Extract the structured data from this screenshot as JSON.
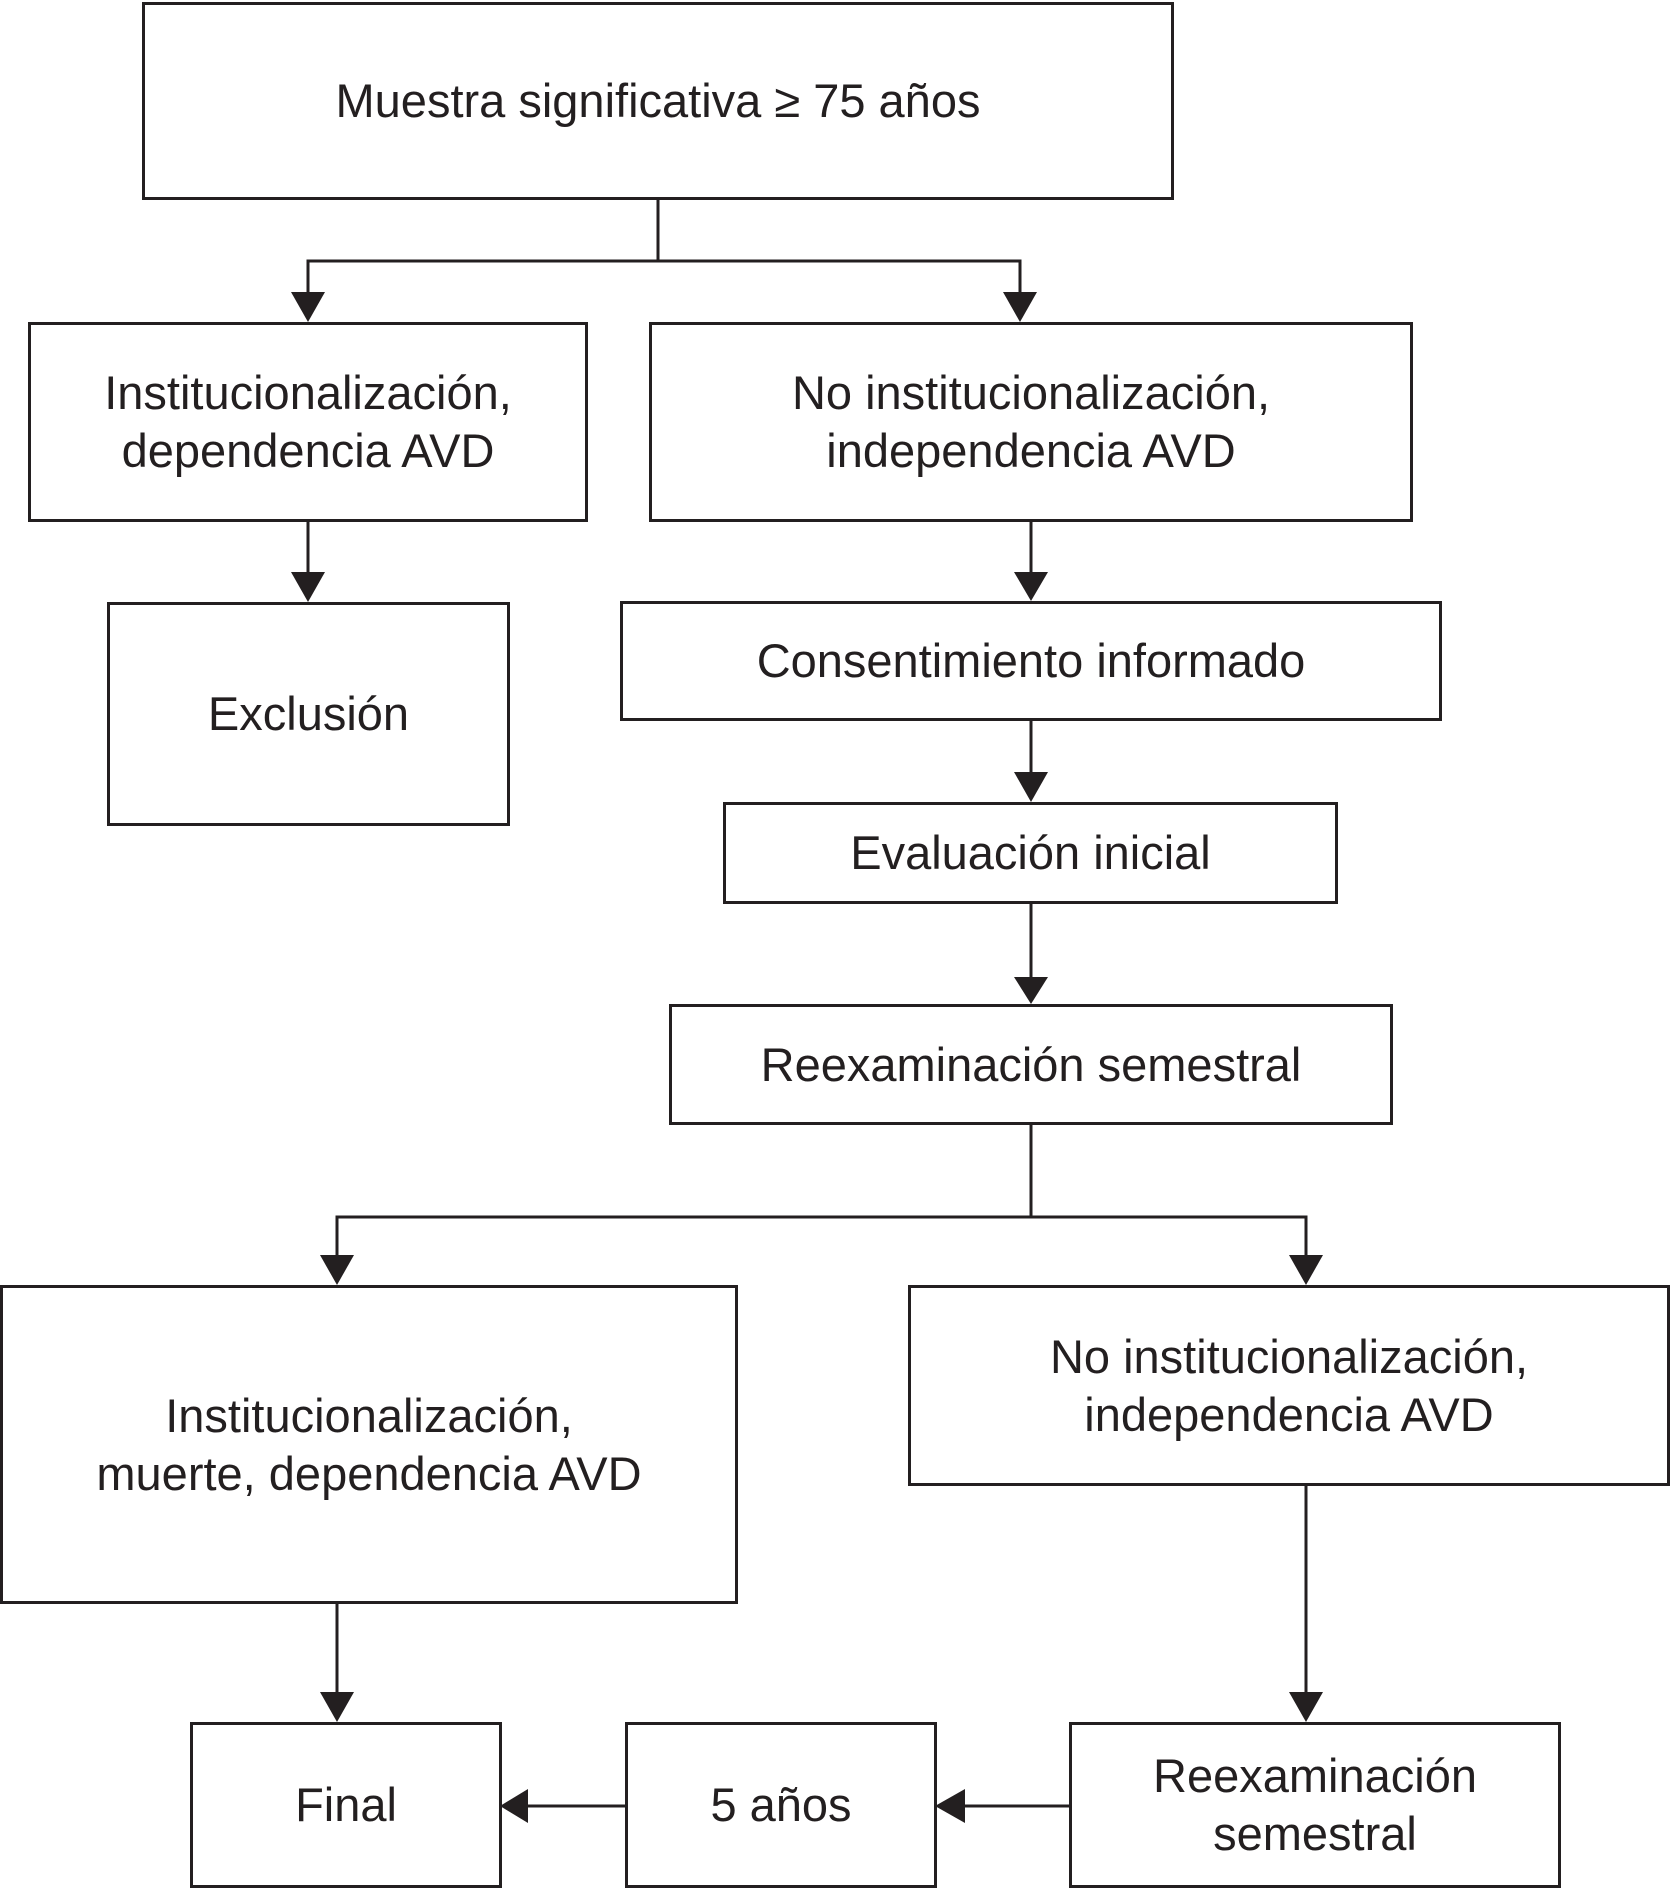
{
  "diagram": {
    "nodes": {
      "sample": {
        "lines": [
          "Muestra significativa ≥ 75 años"
        ]
      },
      "excluded_criteria": {
        "lines": [
          "Institucionalización,",
          "dependencia AVD"
        ]
      },
      "included_criteria": {
        "lines": [
          "No institucionalización,",
          "independencia AVD"
        ]
      },
      "exclusion": {
        "lines": [
          "Exclusión"
        ]
      },
      "consent": {
        "lines": [
          "Consentimiento informado"
        ]
      },
      "initial_evaluation": {
        "lines": [
          "Evaluación inicial"
        ]
      },
      "semester_review": {
        "lines": [
          "Reexaminación semestral"
        ]
      },
      "outcome_event": {
        "lines": [
          "Institucionalización,",
          "muerte, dependencia AVD"
        ]
      },
      "outcome_no_event": {
        "lines": [
          "No institucionalización,",
          "independencia AVD"
        ]
      },
      "final": {
        "lines": [
          "Final"
        ]
      },
      "five_years": {
        "lines": [
          "5 años"
        ]
      },
      "semester_review_2": {
        "lines": [
          "Reexaminación",
          "semestral"
        ]
      }
    },
    "edges": [
      [
        "sample",
        "excluded_criteria"
      ],
      [
        "sample",
        "included_criteria"
      ],
      [
        "excluded_criteria",
        "exclusion"
      ],
      [
        "included_criteria",
        "consent"
      ],
      [
        "consent",
        "initial_evaluation"
      ],
      [
        "initial_evaluation",
        "semester_review"
      ],
      [
        "semester_review",
        "outcome_event"
      ],
      [
        "semester_review",
        "outcome_no_event"
      ],
      [
        "outcome_event",
        "final"
      ],
      [
        "outcome_no_event",
        "semester_review_2"
      ],
      [
        "semester_review_2",
        "five_years"
      ],
      [
        "five_years",
        "final"
      ]
    ]
  }
}
